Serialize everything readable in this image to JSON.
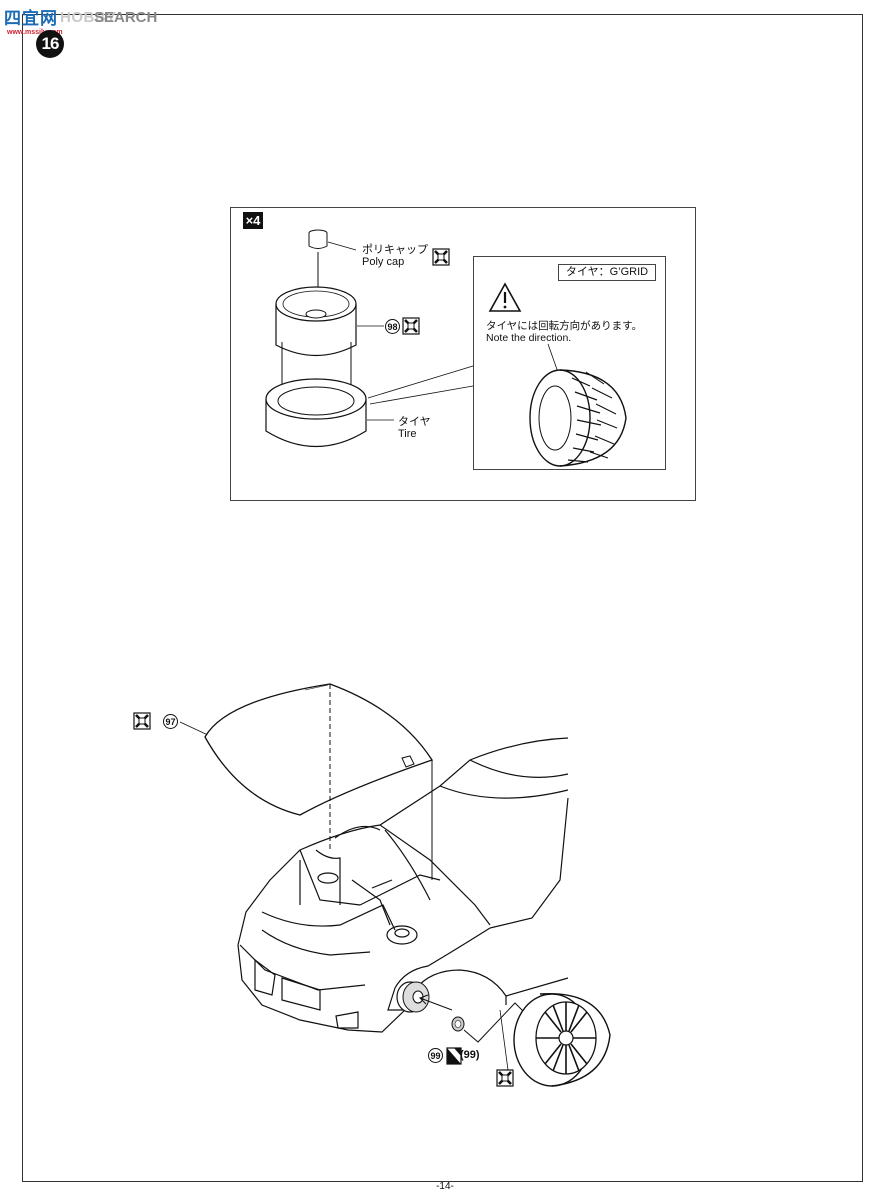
{
  "watermark": {
    "site_cn": "四宜网",
    "hobby": "HOBBY",
    "search": "SEARCH",
    "url": "www.mssilv.com"
  },
  "step": {
    "number": "16"
  },
  "detail_box": {
    "quantity": "×4",
    "polycap_jp": "ポリキャップ",
    "polycap_en": "Poly cap",
    "part_98": "98",
    "tire_jp": "タイヤ",
    "tire_en": "Tire",
    "inset": {
      "tag": "タイヤ：G’GRID",
      "warning_jp": "タイヤには回転方向があります。",
      "warning_en": "Note the direction."
    }
  },
  "assembly": {
    "part_97": "97",
    "part_99": "99",
    "part_99_paren": "(99)"
  },
  "footer": {
    "page": "-14-"
  }
}
